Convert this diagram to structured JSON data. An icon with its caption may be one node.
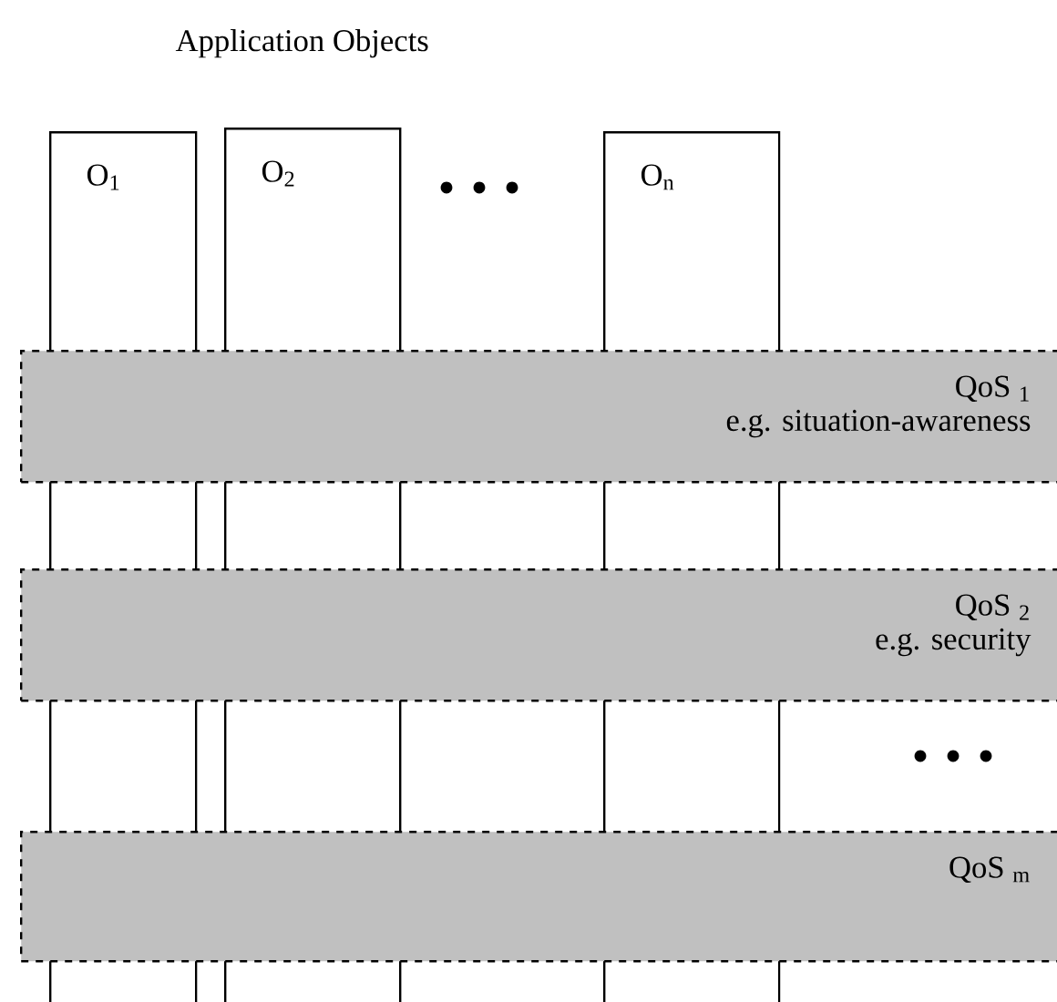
{
  "diagram": {
    "title": "Application Objects",
    "nodes": [
      {
        "text": [
          "O$_{1}$"
        ]
      },
      {
        "text": [
          "O$_{2}$"
        ]
      },
      {
        "text": [
          "O$_{n}$"
        ]
      },
      {
        "text": [
          "QoS $_{1}$",
          "e.g. situation-awareness"
        ]
      },
      {
        "text": [
          "QoS $_{2}$",
          "e.g. security"
        ]
      },
      {
        "text": [
          "QoS $_{m}$"
        ]
      }
    ]
  }
}
